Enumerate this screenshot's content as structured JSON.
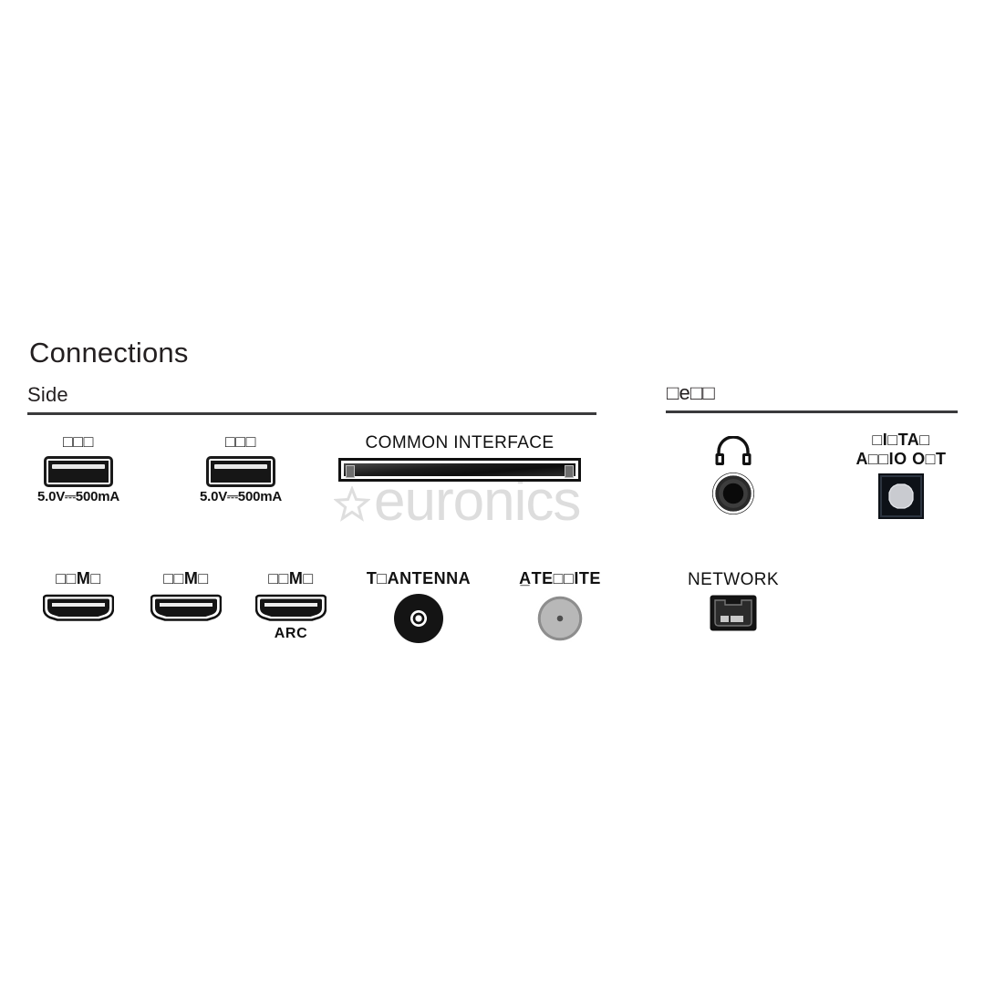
{
  "page": {
    "title": "Connections",
    "watermark_text": "euronics",
    "watermark_icon": "star-icon"
  },
  "sections": {
    "side": {
      "heading": "Side"
    },
    "rear": {
      "heading": "□e□□"
    }
  },
  "side_row_1": [
    {
      "name": "usb-1",
      "label": "□□□",
      "spec": "5.0V⎓500mA",
      "icon": "usb-port-icon"
    },
    {
      "name": "usb-2",
      "label": "□□□",
      "spec": "5.0V⎓500mA",
      "icon": "usb-port-icon"
    },
    {
      "name": "common-interface",
      "label": "COMMON INTERFACE",
      "icon": "ci-slot-icon"
    }
  ],
  "side_row_2": [
    {
      "name": "hdmi-1",
      "label": "□□M□",
      "sub": "",
      "icon": "hdmi-port-icon"
    },
    {
      "name": "hdmi-2",
      "label": "□□M□",
      "sub": "",
      "icon": "hdmi-port-icon"
    },
    {
      "name": "hdmi-3-arc",
      "label": "□□M□",
      "sub": "ARC",
      "icon": "hdmi-port-icon"
    },
    {
      "name": "tv-antenna",
      "label": "T□ANTENNA",
      "sub": "",
      "icon": "coax-antenna-icon"
    },
    {
      "name": "satellite",
      "label": "A̲TE□□ITE",
      "sub": "",
      "icon": "coax-satellite-icon"
    }
  ],
  "rear_row_1": [
    {
      "name": "headphone-out",
      "label": "",
      "icon": "headphone-icon",
      "jack_icon": "audio-jack-icon"
    },
    {
      "name": "digital-audio-out",
      "label_line_1": "□I□TA□",
      "label_line_2": "A□□IO O□T",
      "icon": "optical-toslink-icon"
    }
  ],
  "rear_row_2": [
    {
      "name": "network",
      "label": "NETWORK",
      "icon": "rj45-port-icon"
    }
  ],
  "colors": {
    "text": "#231f20",
    "rule": "#3a3a3c",
    "port_dark": "#111111",
    "watermark": "#dddddd",
    "satellite_ring": "#b8b8b8"
  }
}
